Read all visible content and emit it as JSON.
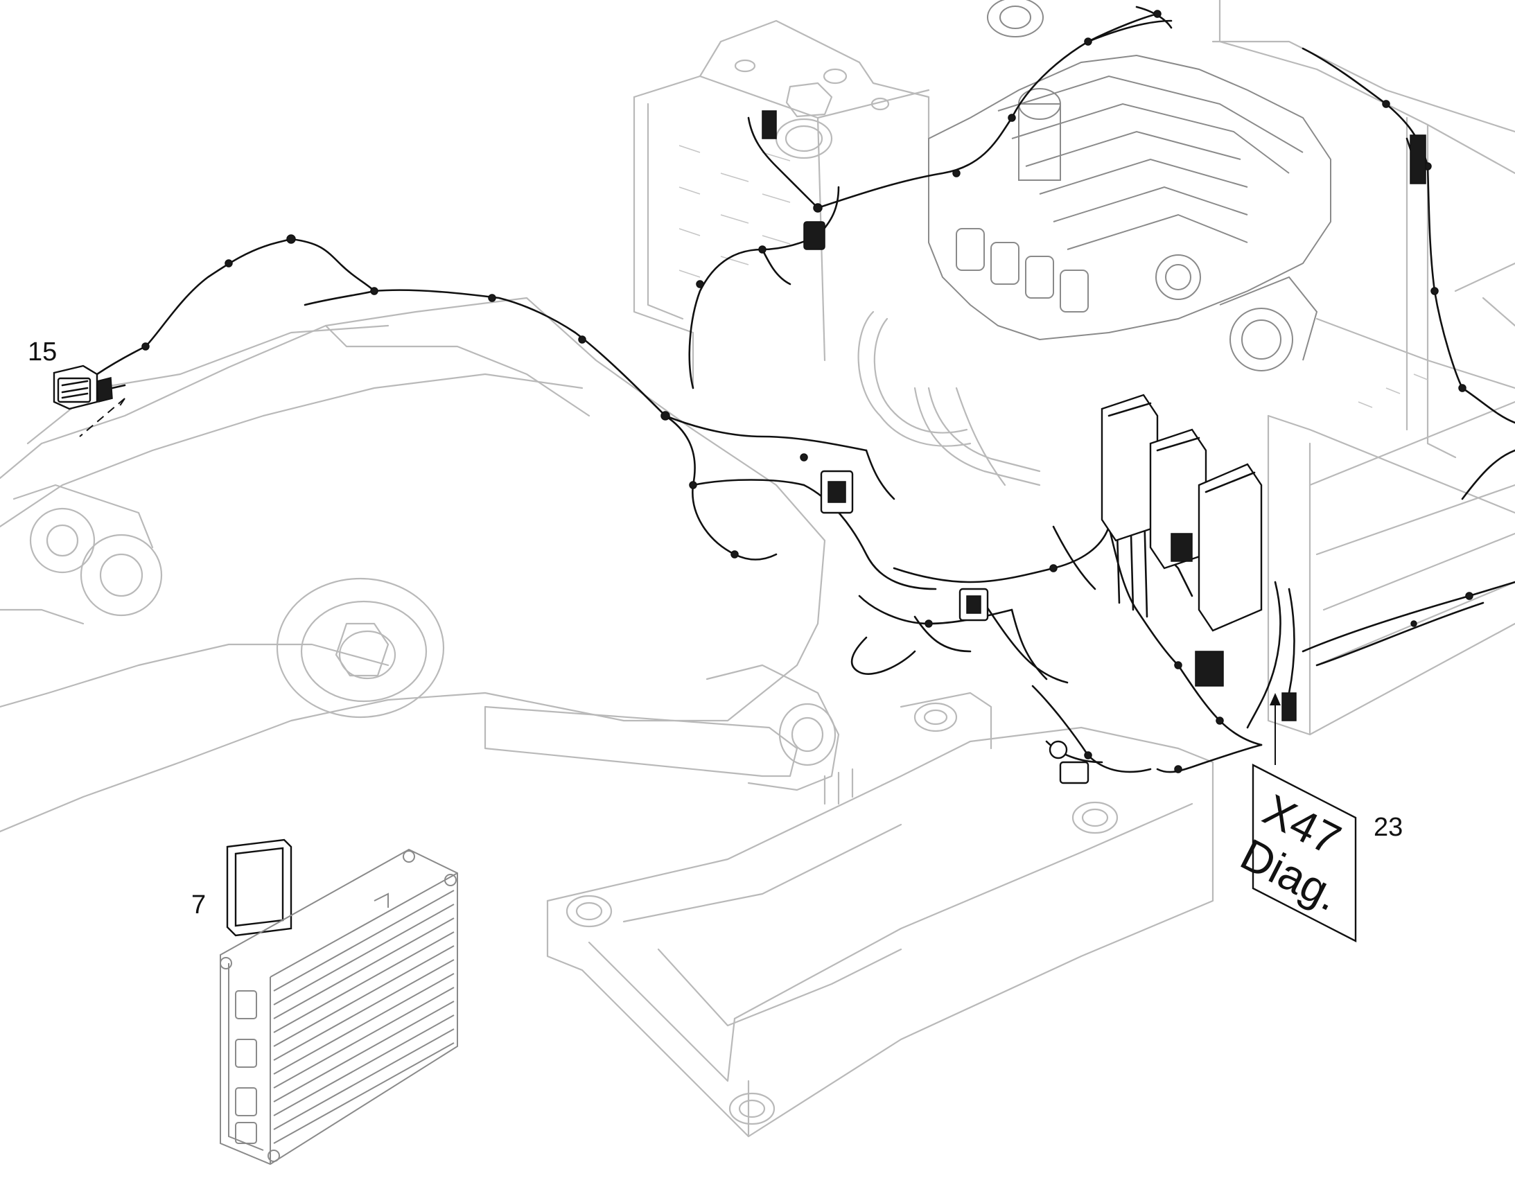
{
  "callouts": [
    {
      "id": "15",
      "label": "15"
    },
    {
      "id": "7",
      "label": "7"
    },
    {
      "id": "23",
      "label": "23"
    }
  ],
  "decal": {
    "line1": "X47",
    "line2": "Diag."
  },
  "colors": {
    "ghost_outline": "#b9b9b9",
    "harness_ink": "#111111",
    "background": "#ffffff"
  }
}
